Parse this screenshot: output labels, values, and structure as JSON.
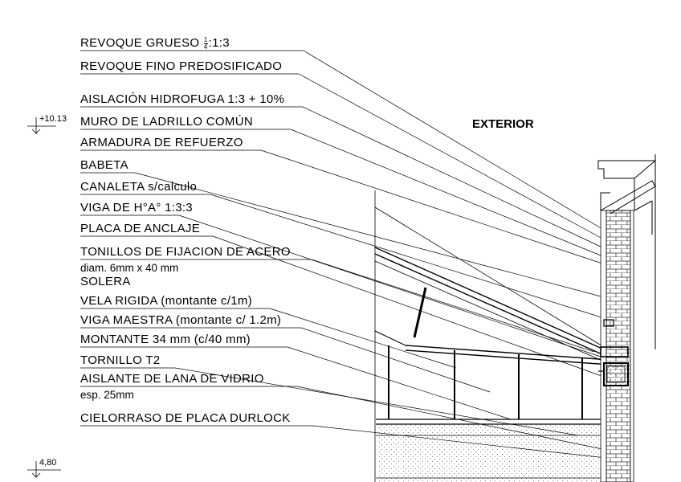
{
  "drawing": {
    "annotations": [
      "REVOQUE GRUESO",
      "REVOQUE FINO PREDOSIFICADO",
      "AISLACIÓN HIDROFUGA 1:3 + 10%",
      "MURO DE LADRILLO COMÚN",
      "ARMADURA DE REFUERZO",
      "BABETA",
      "CANALETA s/calculo",
      "VIGA DE H°A° 1:3:3",
      "PLACA DE ANCLAJE",
      "TONILLOS DE FIJACION DE ACERO",
      "SOLERA",
      "VELA RIGIDA (montante c/1m)",
      "VIGA MAESTRA (montante c/ 1.2m)",
      "MONTANTE 34 mm (c/40 mm)",
      "TORNILLO T2",
      "AISLANTE DE LANA DE VIDRIO",
      "CIELORRASO DE PLACA DURLOCK"
    ],
    "revoque_grueso_ratio": {
      "numerator": "1",
      "denominator": "4",
      "suffix": ":1:3"
    },
    "sub_annotations": {
      "tornillos_diam": "diam. 6mm x 40 mm",
      "aislante_esp": "esp. 25mm"
    },
    "levels": {
      "upper": "+10.13",
      "lower": "4,80"
    },
    "exterior_label": "EXTERIOR"
  }
}
